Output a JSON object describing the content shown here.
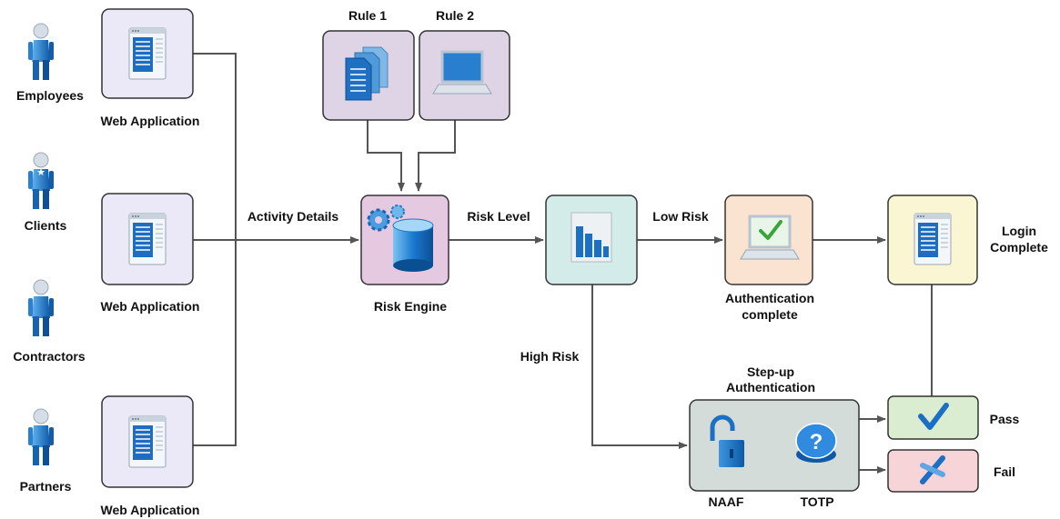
{
  "users": {
    "employees": "Employees",
    "clients": "Clients",
    "contractors": "Contractors",
    "partners": "Partners"
  },
  "apps": {
    "app1": "Web Application",
    "app2": "Web Application",
    "app3": "Web Application"
  },
  "rules": {
    "rule1": "Rule 1",
    "rule2": "Rule 2"
  },
  "flow": {
    "activity_details": "Activity Details",
    "risk_engine": "Risk Engine",
    "risk_level": "Risk Level",
    "low_risk": "Low Risk",
    "high_risk": "High Risk",
    "auth_complete_line1": "Authentication",
    "auth_complete_line2": "complete",
    "login_line1": "Login",
    "login_line2": "Complete",
    "stepup_line1": "Step-up",
    "stepup_line2": "Authentication",
    "naaf": "NAAF",
    "totp": "TOTP",
    "pass": "Pass",
    "fail": "Fail"
  },
  "icons": {
    "user": "person-icon",
    "app": "browser-window-icon",
    "rule1": "documents-icon",
    "rule2": "laptop-icon",
    "engine": "database-gears-icon",
    "level": "bar-chart-icon",
    "auth": "laptop-check-icon",
    "login": "browser-window-icon",
    "naaf": "open-padlock-icon",
    "totp": "question-button-icon",
    "pass": "checkmark-icon",
    "fail": "x-mark-icon"
  },
  "colors": {
    "app_box": "#ebe8f7",
    "rule_box": "#dfd4e6",
    "engine_box": "#e5c9e0",
    "level_box": "#d3ece9",
    "auth_box": "#fae3d1",
    "login_box": "#faf5d2",
    "stepup_box": "#d3dcd9",
    "pass_box": "#dbedd0",
    "fail_box": "#f7d4d8",
    "connector": "#555555",
    "accent_blue": "#1a74c9"
  }
}
